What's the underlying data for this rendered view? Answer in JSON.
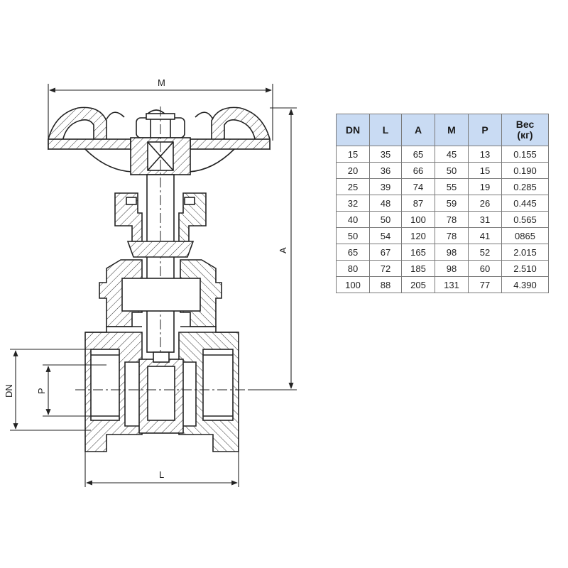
{
  "drawing": {
    "dimensions": {
      "m_label": "M",
      "a_label": "A",
      "l_label": "L",
      "dn_label": "DN",
      "p_label": "P"
    }
  },
  "table": {
    "headers": [
      "DN",
      "L",
      "A",
      "M",
      "P",
      "Вес\n(кг)"
    ],
    "rows": [
      [
        "15",
        "35",
        "65",
        "45",
        "13",
        "0.155"
      ],
      [
        "20",
        "36",
        "66",
        "50",
        "15",
        "0.190"
      ],
      [
        "25",
        "39",
        "74",
        "55",
        "19",
        "0.285"
      ],
      [
        "32",
        "48",
        "87",
        "59",
        "26",
        "0.445"
      ],
      [
        "40",
        "50",
        "100",
        "78",
        "31",
        "0.565"
      ],
      [
        "50",
        "54",
        "120",
        "78",
        "41",
        "0865"
      ],
      [
        "65",
        "67",
        "165",
        "98",
        "52",
        "2.015"
      ],
      [
        "80",
        "72",
        "185",
        "98",
        "60",
        "2.510"
      ],
      [
        "100",
        "88",
        "205",
        "131",
        "77",
        "4.390"
      ]
    ],
    "header_color": "#c9dbf3"
  }
}
